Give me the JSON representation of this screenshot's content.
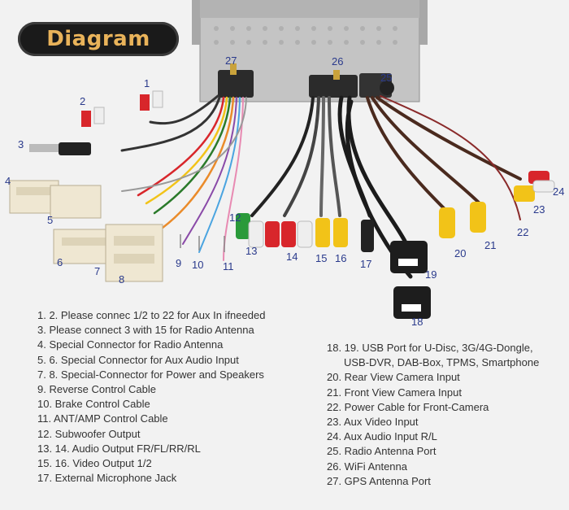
{
  "header": {
    "title": "Diagram"
  },
  "callouts": [
    "1",
    "2",
    "3",
    "4",
    "5",
    "6",
    "7",
    "8",
    "9",
    "10",
    "11",
    "12",
    "13",
    "14",
    "15",
    "16",
    "17",
    "18",
    "19",
    "20",
    "21",
    "22",
    "23",
    "24",
    "25",
    "26",
    "27"
  ],
  "legend_left": [
    "1. 2. Please connec 1/2 to 22 for Aux In ifneeded",
    "3. Please connect 3 with 15 for Radio Antenna",
    "4. Special Connector for Radio Antenna",
    "5. 6. Special Connector for Aux Audio Input",
    "7. 8. Special-Connector for Power and Speakers",
    "9. Reverse Control Cable",
    "10. Brake Control Cable",
    "11. ANT/AMP Control Cable",
    "12. Subwoofer Output",
    "13. 14. Audio Output FR/FL/RR/RL",
    "15. 16. Video Output 1/2",
    "17. External Microphone Jack"
  ],
  "legend_right": [
    "18. 19. USB Port for U-Disc, 3G/4G-Dongle,",
    "USB-DVR, DAB-Box, TPMS, Smartphone",
    "20. Rear View Camera Input",
    "21. Front View Camera Input",
    "22. Power Cable for Front-Camera",
    "23. Aux Video Input",
    "24. Aux Audio Input R/L",
    "25. Radio Antenna Port",
    "26. WiFi Antenna",
    "27. GPS Antenna Port"
  ],
  "colors": {
    "badge_text": "#e9b35a",
    "number_text": "#2a3a8c",
    "rca_red": "#d8262b",
    "rca_yellow": "#f2c318",
    "rca_white": "#eeeeee"
  }
}
